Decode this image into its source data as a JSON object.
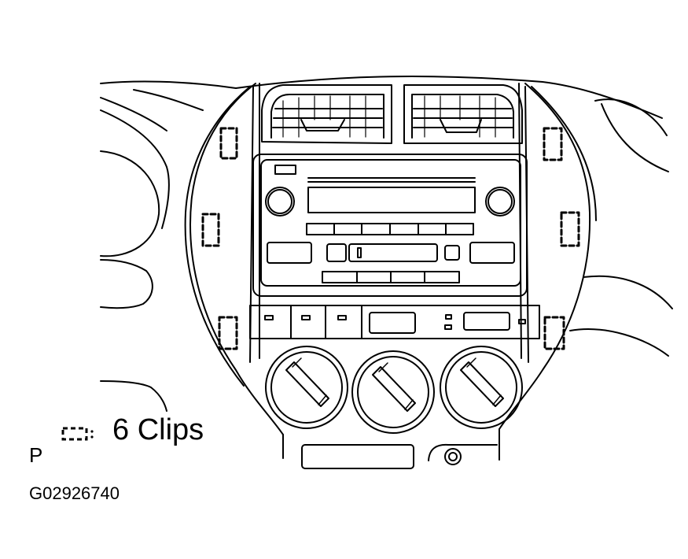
{
  "legend": {
    "label": "6 Clips",
    "icon": "dashed-clip-icon"
  },
  "view_letter": "P",
  "figure_code": "G02926740",
  "colors": {
    "line": "#000000",
    "background": "#ffffff"
  }
}
